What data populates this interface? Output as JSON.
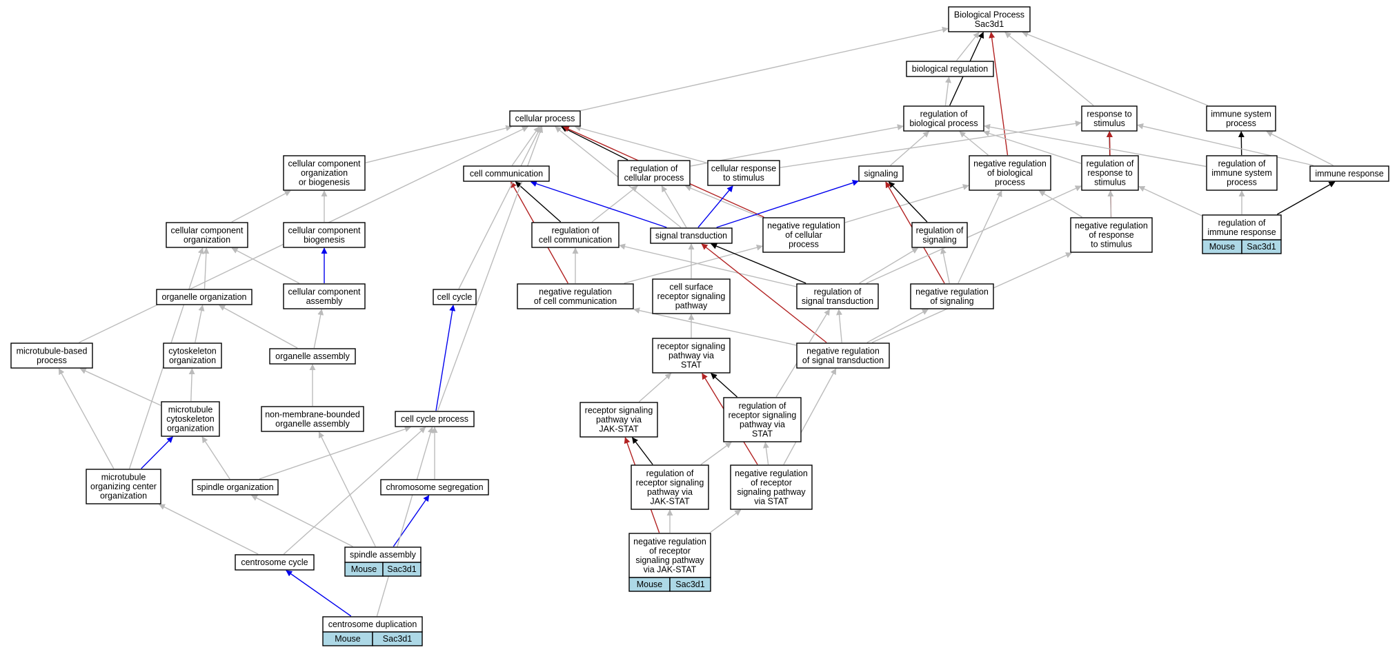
{
  "colors": {
    "is_a": "#bbbbbb",
    "part_of": "#0000ee",
    "regulates": "#000000",
    "negatively_regulates": "#b22222",
    "annotation_fill": "#add8e6"
  },
  "nodes": {
    "bp": [
      "Biological Process",
      "Sac3d1"
    ],
    "biological_regulation": [
      "biological regulation"
    ],
    "cellular_process": [
      "cellular process"
    ],
    "regulation_of_bp": [
      "regulation of",
      "biological process"
    ],
    "response_to_stimulus": [
      "response to",
      "stimulus"
    ],
    "immune_system_process": [
      "immune system",
      "process"
    ],
    "ccob": [
      "cellular component",
      "organization",
      "or biogenesis"
    ],
    "cell_communication": [
      "cell communication"
    ],
    "regulation_of_cellular_process": [
      "regulation of",
      "cellular process"
    ],
    "cellular_response_to_stimulus": [
      "cellular response",
      "to stimulus"
    ],
    "signaling": [
      "signaling"
    ],
    "neg_reg_of_bp": [
      "negative regulation",
      "of biological",
      "process"
    ],
    "reg_of_response_to_stimulus": [
      "regulation of",
      "response to",
      "stimulus"
    ],
    "reg_of_immune_system_process": [
      "regulation of",
      "immune system",
      "process"
    ],
    "immune_response": [
      "immune response"
    ],
    "cc_organization": [
      "cellular component",
      "organization"
    ],
    "cc_biogenesis": [
      "cellular component",
      "biogenesis"
    ],
    "reg_of_cell_communication": [
      "regulation of",
      "cell communication"
    ],
    "signal_transduction": [
      "signal transduction"
    ],
    "neg_reg_of_cellular_process": [
      "negative regulation",
      "of cellular",
      "process"
    ],
    "reg_of_signaling": [
      "regulation of",
      "signaling"
    ],
    "neg_reg_of_response_to_stimulus": [
      "negative regulation",
      "of response",
      "to stimulus"
    ],
    "reg_of_immune_response": [
      "regulation of",
      "immune response"
    ],
    "organelle_organization": [
      "organelle organization"
    ],
    "cc_assembly": [
      "cellular component",
      "assembly"
    ],
    "cell_cycle": [
      "cell cycle"
    ],
    "neg_reg_of_cell_communication": [
      "negative regulation",
      "of cell communication"
    ],
    "cell_surface_receptor": [
      "cell surface",
      "receptor signaling",
      "pathway"
    ],
    "reg_of_signal_transduction": [
      "regulation of",
      "signal transduction"
    ],
    "neg_reg_of_signaling": [
      "negative regulation",
      "of signaling"
    ],
    "microtubule_based_process": [
      "microtubule-based",
      "process"
    ],
    "cytoskeleton_organization": [
      "cytoskeleton",
      "organization"
    ],
    "organelle_assembly": [
      "organelle assembly"
    ],
    "receptor_via_stat": [
      "receptor signaling",
      "pathway via",
      "STAT"
    ],
    "neg_reg_of_signal_transduction": [
      "negative regulation",
      "of signal transduction"
    ],
    "microtubule_cytoskeleton_organization": [
      "microtubule",
      "cytoskeleton",
      "organization"
    ],
    "non_membrane_bounded": [
      "non-membrane-bounded",
      "organelle assembly"
    ],
    "cell_cycle_process": [
      "cell cycle process"
    ],
    "receptor_via_jak_stat": [
      "receptor signaling",
      "pathway via",
      "JAK-STAT"
    ],
    "reg_of_receptor_via_stat": [
      "regulation of",
      "receptor signaling",
      "pathway via",
      "STAT"
    ],
    "mtoc_organization": [
      "microtubule",
      "organizing center",
      "organization"
    ],
    "spindle_organization": [
      "spindle organization"
    ],
    "chromosome_segregation": [
      "chromosome segregation"
    ],
    "reg_of_receptor_via_jak_stat": [
      "regulation of",
      "receptor signaling",
      "pathway via",
      "JAK-STAT"
    ],
    "neg_reg_of_receptor_via_stat": [
      "negative regulation",
      "of receptor",
      "signaling pathway",
      "via STAT"
    ],
    "spindle_assembly": [
      "spindle assembly"
    ],
    "centrosome_cycle": [
      "centrosome cycle"
    ],
    "neg_reg_of_receptor_via_jak_stat": [
      "negative regulation",
      "of receptor",
      "signaling pathway",
      "via JAK-STAT"
    ],
    "centrosome_duplication": [
      "centrosome duplication"
    ]
  },
  "annotations": {
    "reg_of_immune_response": [
      "Mouse",
      "Sac3d1"
    ],
    "spindle_assembly": [
      "Mouse",
      "Sac3d1"
    ],
    "neg_reg_of_receptor_via_jak_stat": [
      "Mouse",
      "Sac3d1"
    ],
    "centrosome_duplication": [
      "Mouse",
      "Sac3d1"
    ]
  },
  "edges": [
    [
      "biological_regulation",
      "bp",
      "is_a"
    ],
    [
      "cellular_process",
      "bp",
      "is_a"
    ],
    [
      "regulation_of_bp",
      "bp",
      "regulates"
    ],
    [
      "regulation_of_bp",
      "biological_regulation",
      "is_a"
    ],
    [
      "response_to_stimulus",
      "bp",
      "is_a"
    ],
    [
      "immune_system_process",
      "bp",
      "is_a"
    ],
    [
      "neg_reg_of_bp",
      "bp",
      "negatively_regulates"
    ],
    [
      "ccob",
      "cellular_process",
      "is_a"
    ],
    [
      "cell_communication",
      "cellular_process",
      "is_a"
    ],
    [
      "regulation_of_cellular_process",
      "cellular_process",
      "regulates"
    ],
    [
      "regulation_of_cellular_process",
      "regulation_of_bp",
      "is_a"
    ],
    [
      "cellular_response_to_stimulus",
      "cellular_process",
      "is_a"
    ],
    [
      "cellular_response_to_stimulus",
      "response_to_stimulus",
      "is_a"
    ],
    [
      "neg_reg_of_cellular_process",
      "cellular_process",
      "negatively_regulates"
    ],
    [
      "neg_reg_of_cellular_process",
      "regulation_of_cellular_process",
      "is_a"
    ],
    [
      "neg_reg_of_cellular_process",
      "neg_reg_of_bp",
      "is_a"
    ],
    [
      "signaling",
      "regulation_of_bp",
      "is_a"
    ],
    [
      "neg_reg_of_bp",
      "regulation_of_bp",
      "is_a"
    ],
    [
      "reg_of_response_to_stimulus",
      "response_to_stimulus",
      "regulates"
    ],
    [
      "reg_of_response_to_stimulus",
      "regulation_of_bp",
      "is_a"
    ],
    [
      "neg_reg_of_response_to_stimulus",
      "response_to_stimulus",
      "negatively_regulates"
    ],
    [
      "neg_reg_of_response_to_stimulus",
      "reg_of_response_to_stimulus",
      "is_a"
    ],
    [
      "neg_reg_of_response_to_stimulus",
      "neg_reg_of_bp",
      "is_a"
    ],
    [
      "reg_of_immune_system_process",
      "immune_system_process",
      "regulates"
    ],
    [
      "reg_of_immune_system_process",
      "regulation_of_bp",
      "is_a"
    ],
    [
      "immune_response",
      "immune_system_process",
      "is_a"
    ],
    [
      "immune_response",
      "response_to_stimulus",
      "is_a"
    ],
    [
      "reg_of_immune_response",
      "immune_response",
      "regulates"
    ],
    [
      "reg_of_immune_response",
      "reg_of_immune_system_process",
      "is_a"
    ],
    [
      "reg_of_immune_response",
      "reg_of_response_to_stimulus",
      "is_a"
    ],
    [
      "cc_organization",
      "ccob",
      "is_a"
    ],
    [
      "cc_biogenesis",
      "ccob",
      "is_a"
    ],
    [
      "cc_assembly",
      "cc_biogenesis",
      "part_of"
    ],
    [
      "cc_assembly",
      "cc_organization",
      "is_a"
    ],
    [
      "organelle_organization",
      "cc_organization",
      "is_a"
    ],
    [
      "organelle_assembly",
      "organelle_organization",
      "is_a"
    ],
    [
      "organelle_assembly",
      "cc_assembly",
      "is_a"
    ],
    [
      "reg_of_cell_communication",
      "cell_communication",
      "regulates"
    ],
    [
      "reg_of_cell_communication",
      "regulation_of_cellular_process",
      "is_a"
    ],
    [
      "signal_transduction",
      "cell_communication",
      "part_of"
    ],
    [
      "signal_transduction",
      "cellular_response_to_stimulus",
      "part_of"
    ],
    [
      "signal_transduction",
      "signaling",
      "part_of"
    ],
    [
      "signal_transduction",
      "regulation_of_cellular_process",
      "is_a"
    ],
    [
      "signal_transduction",
      "cellular_process",
      "is_a"
    ],
    [
      "reg_of_signaling",
      "signaling",
      "regulates"
    ],
    [
      "neg_reg_of_signaling",
      "signaling",
      "negatively_regulates"
    ],
    [
      "neg_reg_of_signaling",
      "reg_of_signaling",
      "is_a"
    ],
    [
      "neg_reg_of_signaling",
      "neg_reg_of_bp",
      "is_a"
    ],
    [
      "neg_reg_of_cell_communication",
      "cell_communication",
      "negatively_regulates"
    ],
    [
      "neg_reg_of_cell_communication",
      "reg_of_cell_communication",
      "is_a"
    ],
    [
      "neg_reg_of_cell_communication",
      "neg_reg_of_cellular_process",
      "is_a"
    ],
    [
      "cell_surface_receptor",
      "signal_transduction",
      "is_a"
    ],
    [
      "reg_of_signal_transduction",
      "signal_transduction",
      "regulates"
    ],
    [
      "reg_of_signal_transduction",
      "reg_of_signaling",
      "is_a"
    ],
    [
      "reg_of_signal_transduction",
      "reg_of_cell_communication",
      "is_a"
    ],
    [
      "reg_of_signal_transduction",
      "reg_of_response_to_stimulus",
      "is_a"
    ],
    [
      "neg_reg_of_signal_transduction",
      "signal_transduction",
      "negatively_regulates"
    ],
    [
      "neg_reg_of_signal_transduction",
      "reg_of_signal_transduction",
      "is_a"
    ],
    [
      "neg_reg_of_signal_transduction",
      "neg_reg_of_signaling",
      "is_a"
    ],
    [
      "neg_reg_of_signal_transduction",
      "neg_reg_of_cell_communication",
      "is_a"
    ],
    [
      "neg_reg_of_signal_transduction",
      "neg_reg_of_response_to_stimulus",
      "is_a"
    ],
    [
      "receptor_via_stat",
      "cell_surface_receptor",
      "is_a"
    ],
    [
      "receptor_via_jak_stat",
      "receptor_via_stat",
      "is_a"
    ],
    [
      "reg_of_receptor_via_stat",
      "receptor_via_stat",
      "regulates"
    ],
    [
      "reg_of_receptor_via_stat",
      "reg_of_signal_transduction",
      "is_a"
    ],
    [
      "neg_reg_of_receptor_via_stat",
      "receptor_via_stat",
      "negatively_regulates"
    ],
    [
      "neg_reg_of_receptor_via_stat",
      "reg_of_receptor_via_stat",
      "is_a"
    ],
    [
      "neg_reg_of_receptor_via_stat",
      "neg_reg_of_signal_transduction",
      "is_a"
    ],
    [
      "reg_of_receptor_via_jak_stat",
      "receptor_via_jak_stat",
      "regulates"
    ],
    [
      "reg_of_receptor_via_jak_stat",
      "reg_of_receptor_via_stat",
      "is_a"
    ],
    [
      "neg_reg_of_receptor_via_jak_stat",
      "receptor_via_jak_stat",
      "negatively_regulates"
    ],
    [
      "neg_reg_of_receptor_via_jak_stat",
      "reg_of_receptor_via_jak_stat",
      "is_a"
    ],
    [
      "neg_reg_of_receptor_via_jak_stat",
      "neg_reg_of_receptor_via_stat",
      "is_a"
    ],
    [
      "cell_cycle",
      "cellular_process",
      "is_a"
    ],
    [
      "cell_cycle_process",
      "cell_cycle",
      "part_of"
    ],
    [
      "cell_cycle_process",
      "cellular_process",
      "is_a"
    ],
    [
      "microtubule_based_process",
      "cellular_process",
      "is_a"
    ],
    [
      "cytoskeleton_organization",
      "organelle_organization",
      "is_a"
    ],
    [
      "microtubule_cytoskeleton_organization",
      "cytoskeleton_organization",
      "is_a"
    ],
    [
      "microtubule_cytoskeleton_organization",
      "microtubule_based_process",
      "is_a"
    ],
    [
      "non_membrane_bounded",
      "organelle_assembly",
      "is_a"
    ],
    [
      "mtoc_organization",
      "microtubule_cytoskeleton_organization",
      "part_of"
    ],
    [
      "mtoc_organization",
      "microtubule_based_process",
      "is_a"
    ],
    [
      "mtoc_organization",
      "cc_organization",
      "is_a"
    ],
    [
      "spindle_organization",
      "microtubule_cytoskeleton_organization",
      "is_a"
    ],
    [
      "spindle_organization",
      "cell_cycle_process",
      "is_a"
    ],
    [
      "chromosome_segregation",
      "cell_cycle_process",
      "is_a"
    ],
    [
      "spindle_assembly",
      "chromosome_segregation",
      "part_of"
    ],
    [
      "spindle_assembly",
      "spindle_organization",
      "is_a"
    ],
    [
      "spindle_assembly",
      "non_membrane_bounded",
      "is_a"
    ],
    [
      "centrosome_cycle",
      "mtoc_organization",
      "is_a"
    ],
    [
      "centrosome_cycle",
      "cell_cycle_process",
      "is_a"
    ],
    [
      "centrosome_duplication",
      "centrosome_cycle",
      "part_of"
    ],
    [
      "centrosome_duplication",
      "cell_cycle_process",
      "is_a"
    ]
  ]
}
